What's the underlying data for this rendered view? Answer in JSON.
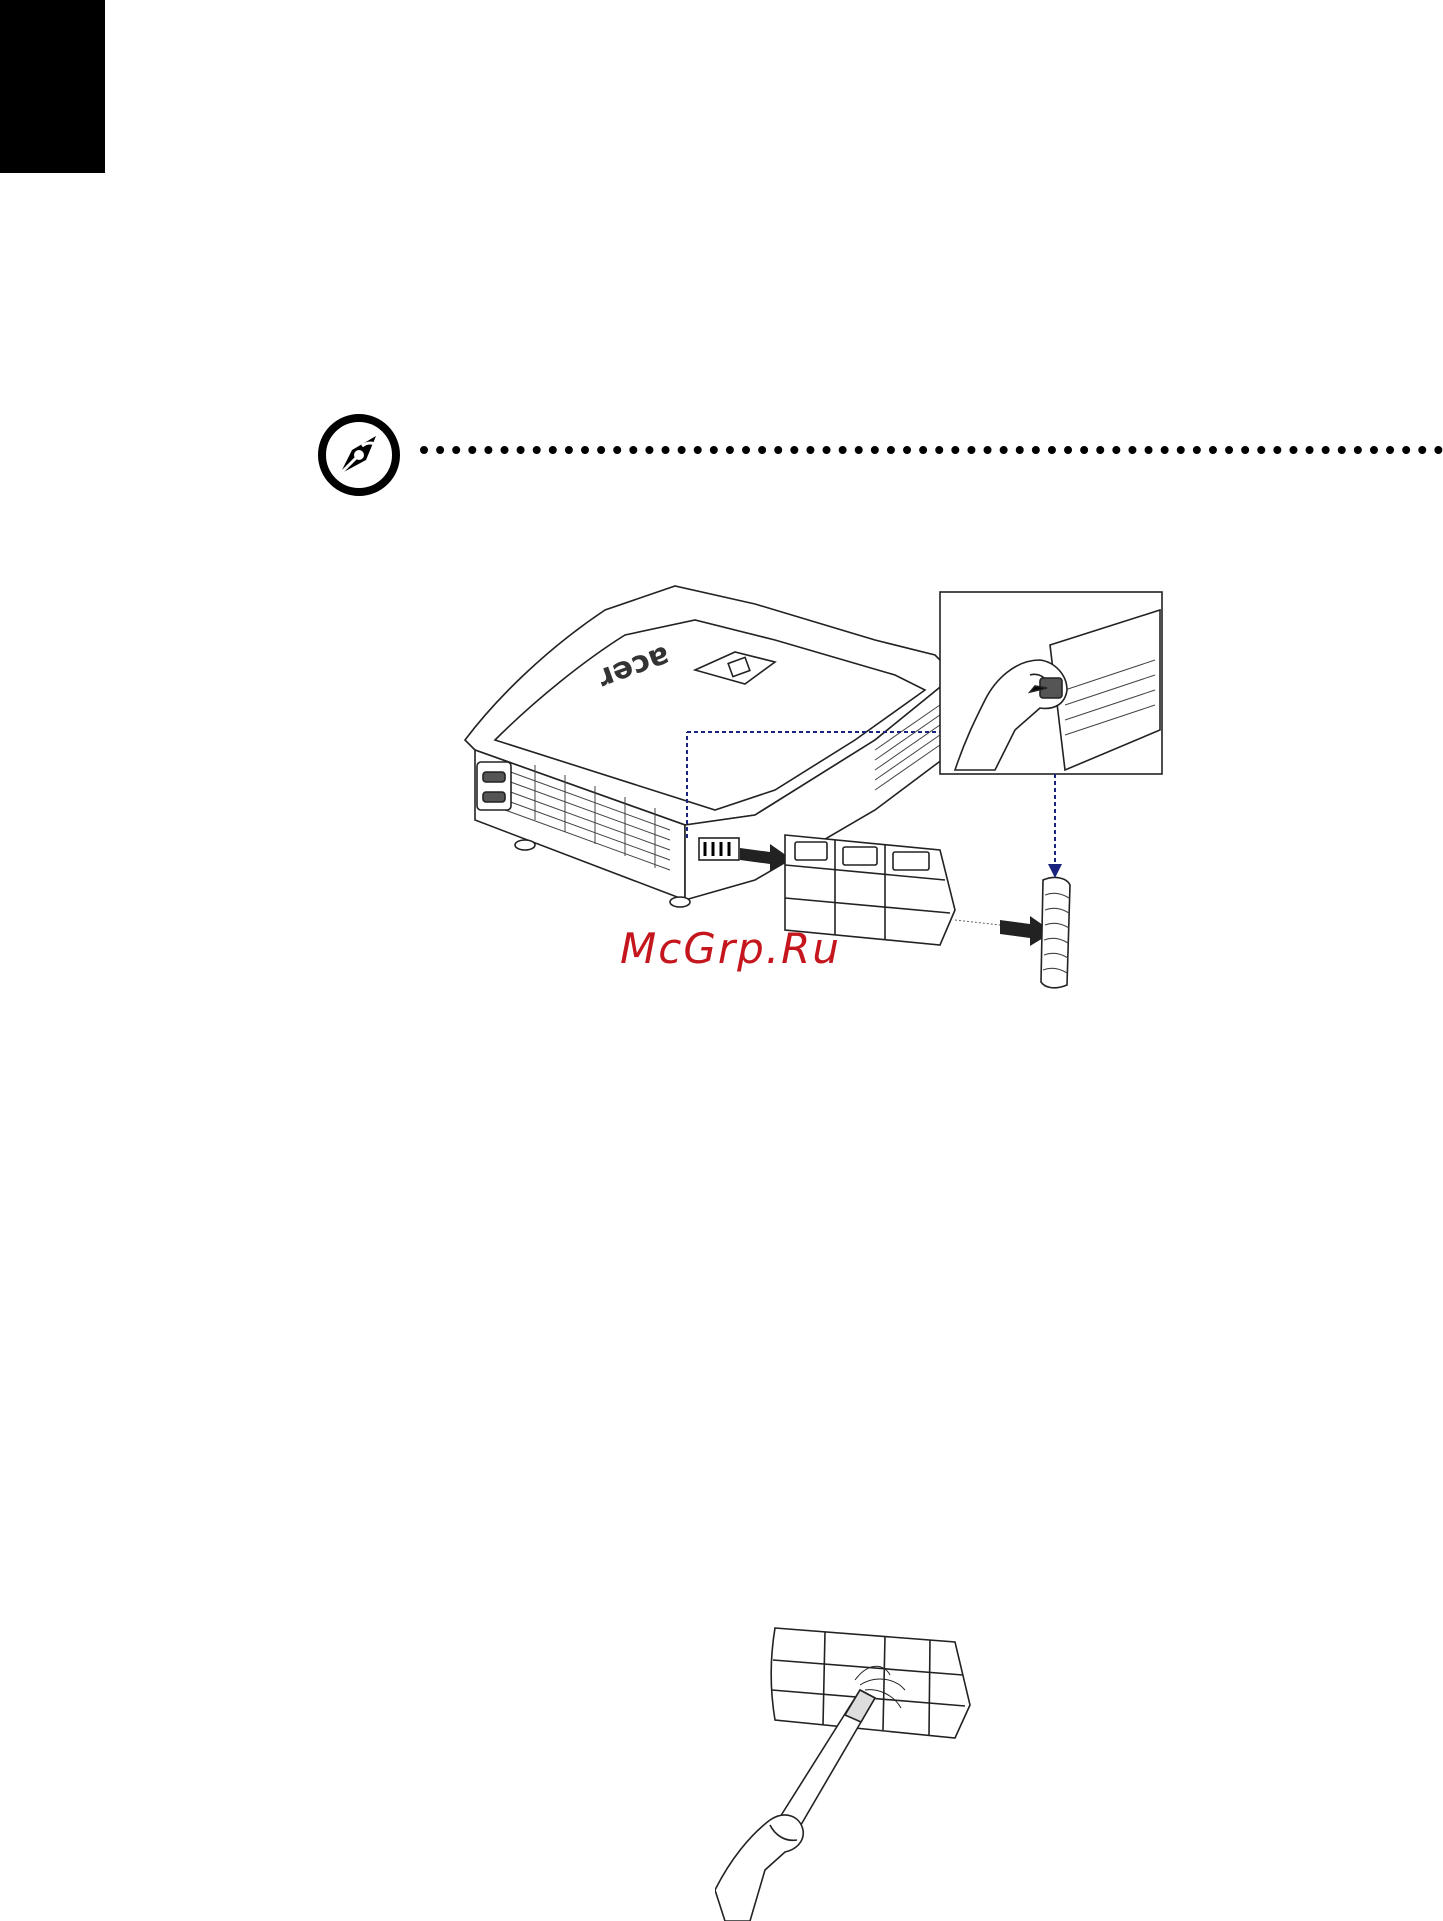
{
  "page": {
    "corner_tab_color": "#000000",
    "note": {
      "icon": "note-pen-icon",
      "rule_style": "dotted"
    },
    "figure_removal": {
      "description_icon_names": [
        "projector",
        "inset-hand-pulling-filter",
        "air-filter",
        "filter-sleeve"
      ],
      "guide_line_color": "#1a237e",
      "brand_mark": "acer"
    },
    "watermark": {
      "text": "McGrp.Ru",
      "color": "#c4161c"
    },
    "figure_cleaning": {
      "description_icon_names": [
        "air-filter",
        "vacuum-brush",
        "hand"
      ]
    }
  }
}
